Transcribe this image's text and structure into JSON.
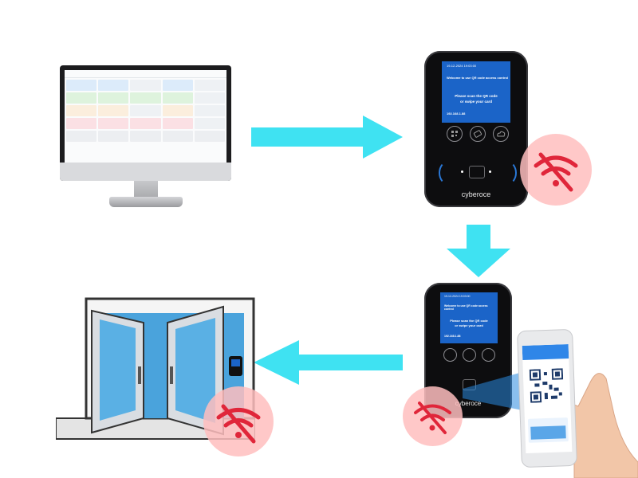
{
  "monitor": {
    "columns": [
      "",
      "",
      "",
      "",
      ""
    ]
  },
  "reader_top": {
    "date_time": "19-12-2024 19:03:00",
    "welcome": "Welcome to use QR code access control",
    "prompt_line1": "Please scan the QR code",
    "prompt_line2": "or swipe your card",
    "ip": "192.168.1.88",
    "brand": "cyberoce"
  },
  "reader_bottom": {
    "date_time": "19-12-2024 19:03:00",
    "welcome": "Welcome to use QR code access control",
    "prompt_line1": "Please scan the QR code",
    "prompt_line2": "or swipe your card",
    "ip": "192.168.1.88",
    "brand": "cyberoce"
  },
  "colors": {
    "arrow": "#3fe2f2",
    "no_wifi_circle": "#ffc4c4",
    "no_wifi_icon": "#e0263a",
    "reader_screen": "#1b64c8",
    "door_glass": "#4aa3dc"
  },
  "icons": {
    "reader_buttons": [
      "qr-code-icon",
      "card-icon",
      "cloud-icon"
    ],
    "badge": "no-wifi-icon"
  }
}
